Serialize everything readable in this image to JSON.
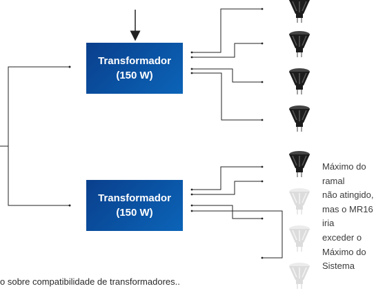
{
  "transformers": [
    {
      "line1": "Transformador",
      "line2": "(150 W)"
    },
    {
      "line1": "Transformador",
      "line2": "(150 W)"
    }
  ],
  "note_lines": [
    "Máximo do",
    "ramal",
    "não atingido,",
    "mas o MR16",
    "iria",
    "exceder o",
    "Máximo do",
    "Sistema"
  ],
  "caption": "o sobre compatibilidade de transformadores..",
  "colors": {
    "box_dark": "#0a3f8c",
    "box_light": "#0b64b8",
    "lamp_on": "#1c1c1c",
    "lamp_off": "#dcdcdc"
  },
  "lamps": [
    {
      "icon": "mr16-lamp-icon",
      "state": "on"
    },
    {
      "icon": "mr16-lamp-icon",
      "state": "on"
    },
    {
      "icon": "mr16-lamp-icon",
      "state": "on"
    },
    {
      "icon": "mr16-lamp-icon",
      "state": "on"
    },
    {
      "icon": "mr16-lamp-icon",
      "state": "on"
    },
    {
      "icon": "mr16-lamp-icon",
      "state": "off"
    },
    {
      "icon": "mr16-lamp-icon",
      "state": "off"
    },
    {
      "icon": "mr16-lamp-icon",
      "state": "off"
    }
  ]
}
